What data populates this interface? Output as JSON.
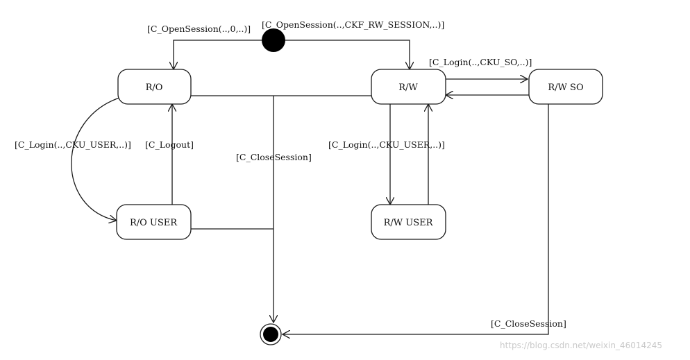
{
  "states": {
    "ro": "R/O",
    "rw": "R/W",
    "rwso": "R/W SO",
    "rouser": "R/O USER",
    "rwuser": "R/W USER"
  },
  "transitions": {
    "open_ro": "[C_OpenSession(..,0,..)]",
    "open_rw": "[C_OpenSession(..,CKF_RW_SESSION,..)]",
    "login_so": "[C_Login(..,CKU_SO,..)]",
    "login_user_ro": "[C_Login(..,CKU_USER,..)]",
    "logout": "[C_Logout]",
    "close_session_center": "[C_CloseSession]",
    "login_user_rw": "[C_Login(..,CKU_USER,..)]",
    "close_session_right": "[C_CloseSession]"
  },
  "watermark": "https://blog.csdn.net/weixin_46014245"
}
